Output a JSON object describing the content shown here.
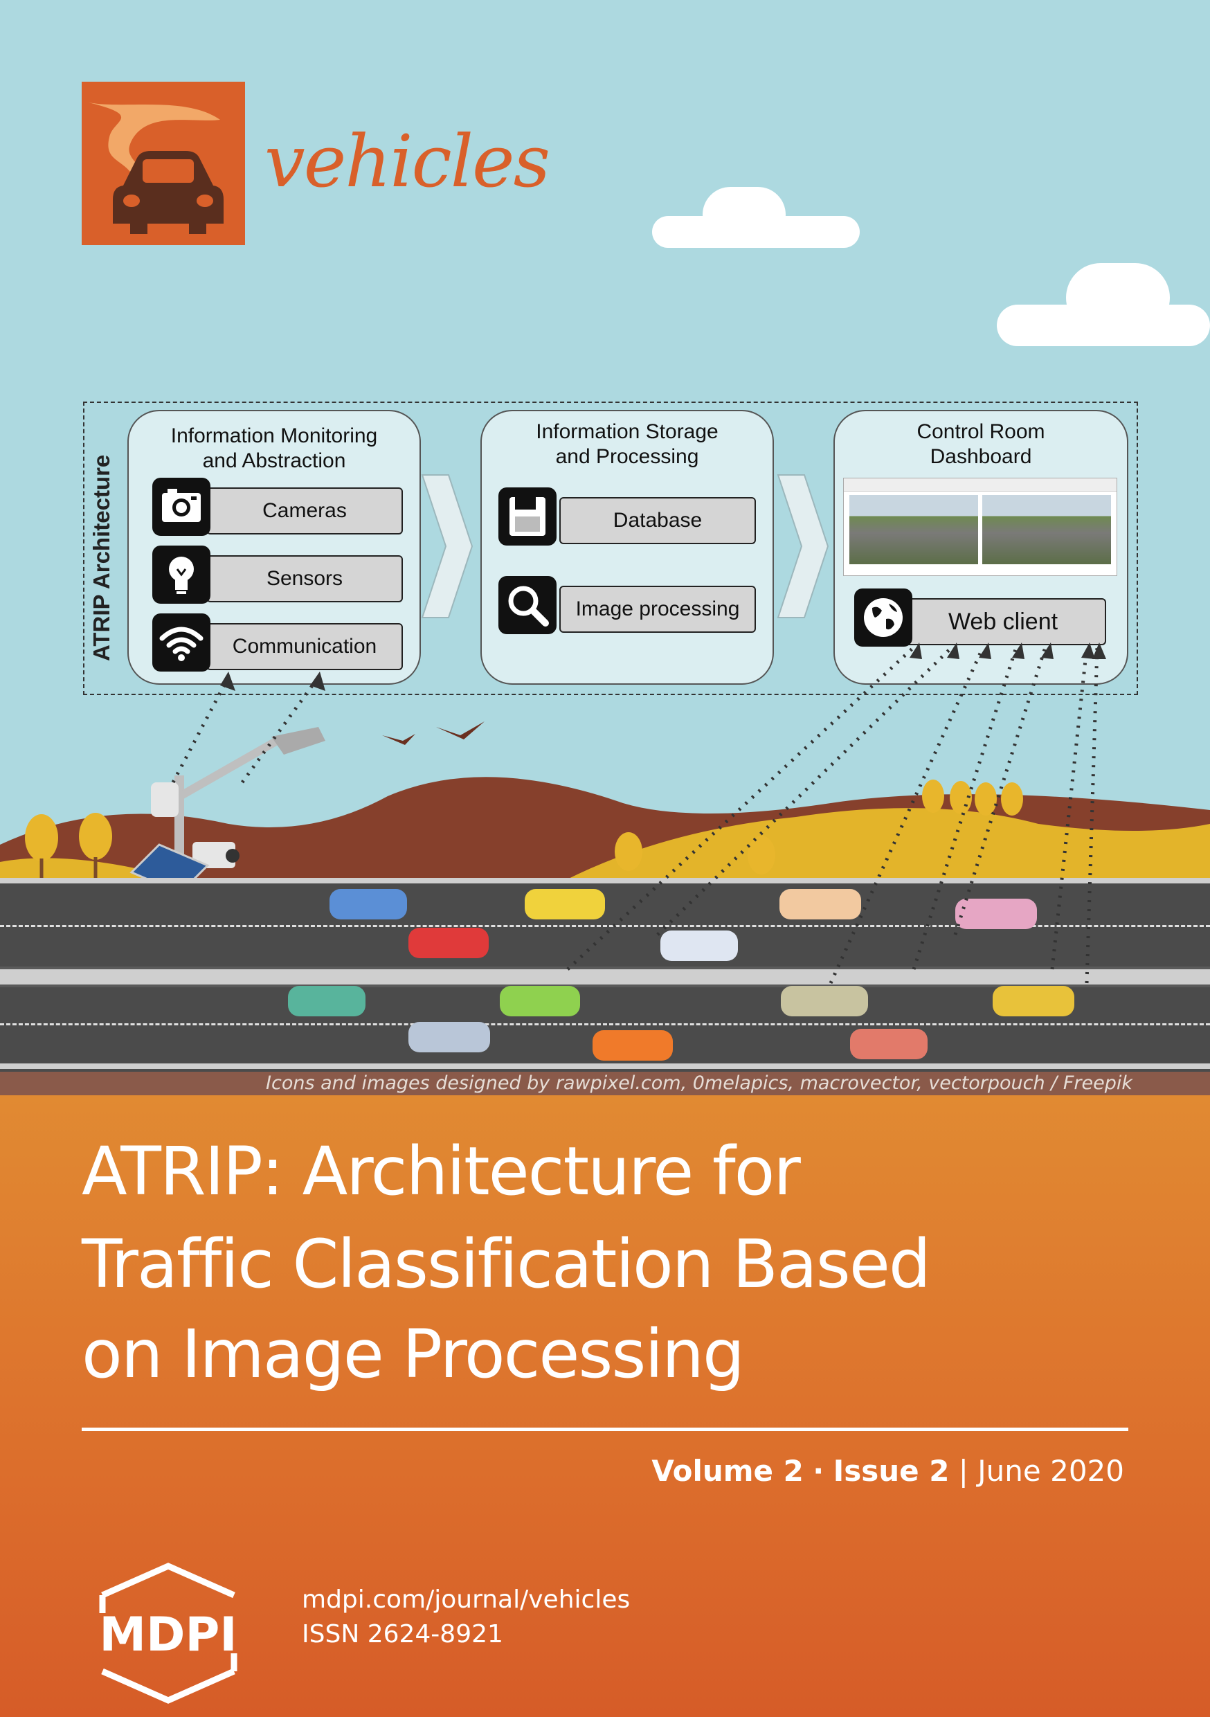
{
  "journal": {
    "name": "vehicles",
    "colors": {
      "brand": "#d9602a",
      "sky": "#add9e0",
      "road": "#4b4b4b",
      "footer": "#d86a2c"
    }
  },
  "architecture": {
    "label": "ATRIP Architecture",
    "panels": [
      {
        "title_lines": [
          "Information Monitoring",
          "and Abstraction"
        ],
        "items": [
          {
            "label": "Cameras",
            "icon": "camera-icon"
          },
          {
            "label": "Sensors",
            "icon": "lightbulb-icon"
          },
          {
            "label": "Communication",
            "icon": "wifi-icon"
          }
        ]
      },
      {
        "title_lines": [
          "Information Storage",
          "and Processing"
        ],
        "items": [
          {
            "label": "Database",
            "icon": "floppy-disk-icon"
          },
          {
            "label": "Image processing",
            "icon": "magnifier-icon"
          }
        ]
      },
      {
        "title_lines": [
          "Control Room",
          "Dashboard"
        ],
        "items": [
          {
            "label": "Web client",
            "icon": "globe-icon"
          }
        ]
      }
    ]
  },
  "credit": "Icons and images designed by rawpixel.com, 0melapics, macrovector, vectorpouch / Freepik",
  "article": {
    "title_lines": [
      "ATRIP: Architecture for",
      "Traffic Classification Based",
      "on Image Processing"
    ]
  },
  "issue": {
    "volume": "Volume 2",
    "separator": "·",
    "issue": "Issue 2",
    "bar": "|",
    "date": "June 2020"
  },
  "publisher": {
    "logo_text": "MDPI",
    "url": "mdpi.com/journal/vehicles",
    "issn": "ISSN 2624-8921"
  }
}
